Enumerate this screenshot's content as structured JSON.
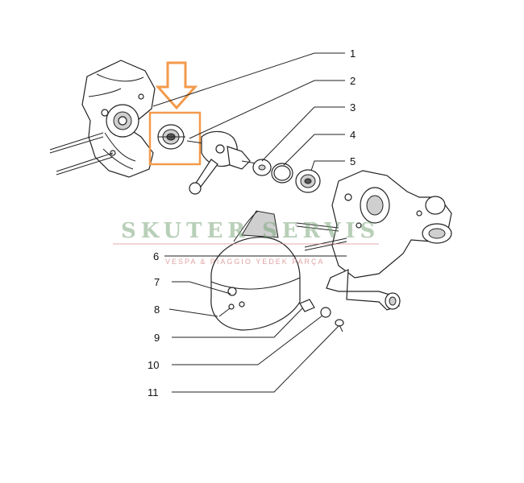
{
  "diagram": {
    "callouts": [
      {
        "number": "1"
      },
      {
        "number": "2"
      },
      {
        "number": "3"
      },
      {
        "number": "4"
      },
      {
        "number": "5"
      },
      {
        "number": "6"
      },
      {
        "number": "7"
      },
      {
        "number": "8"
      },
      {
        "number": "9"
      },
      {
        "number": "10"
      },
      {
        "number": "11"
      }
    ],
    "highlight": {
      "color": "#f39a4b"
    }
  },
  "watermark": {
    "title": "SKUTER SERVIS",
    "subtitle": "VESPA & PIAGGIO YEDEK PARÇA",
    "title_color": "#7fa87f",
    "subtitle_color": "#d88c8c"
  }
}
